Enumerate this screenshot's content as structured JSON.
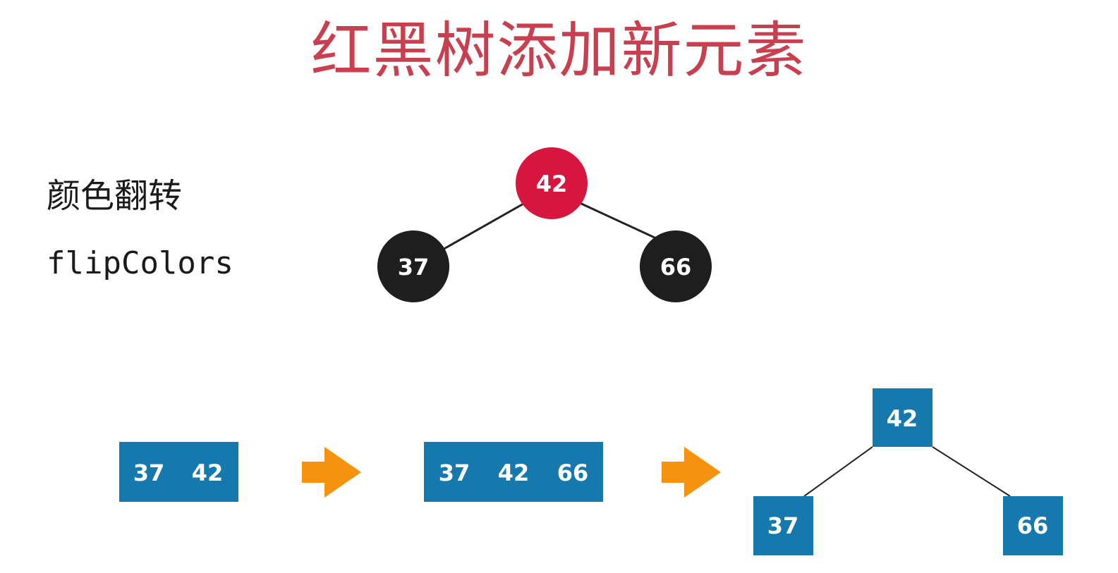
{
  "title": "红黑树添加新元素",
  "label_cn": "颜色翻转",
  "label_en": "flipColors",
  "colors": {
    "title": "#c8404f",
    "red_node": "#d6163f",
    "black_node": "#1e1e1e",
    "box": "#1679ad",
    "arrow": "#f5930f",
    "edge": "#222222"
  },
  "rb_tree": {
    "root": "42",
    "left": "37",
    "right": "66"
  },
  "steps": {
    "two_node": [
      "37",
      "42"
    ],
    "four_node": [
      "37",
      "42",
      "66"
    ],
    "split": {
      "root": "42",
      "left": "37",
      "right": "66"
    }
  }
}
